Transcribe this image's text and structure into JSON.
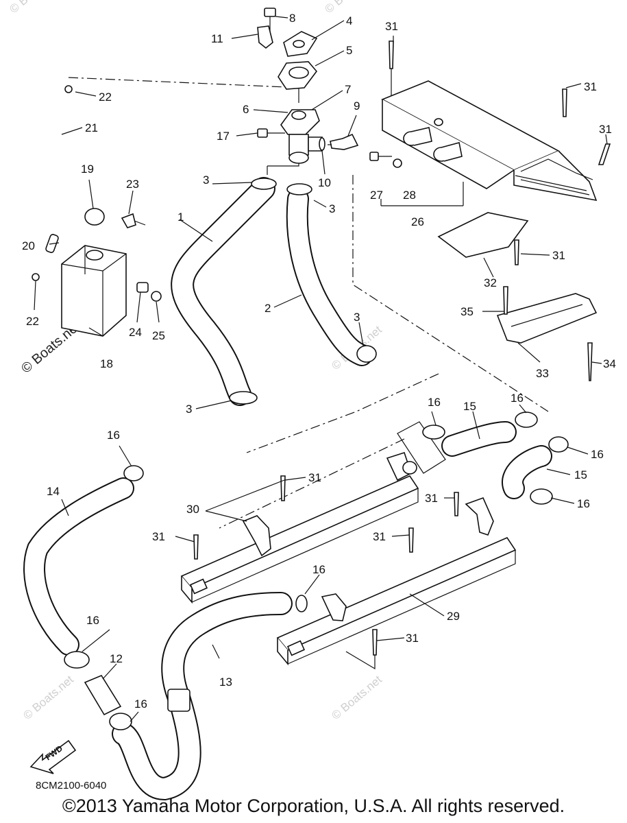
{
  "labels": [
    {
      "id": "1",
      "text": "1"
    },
    {
      "id": "2",
      "text": "2"
    },
    {
      "id": "3a",
      "text": "3"
    },
    {
      "id": "3b",
      "text": "3"
    },
    {
      "id": "3c",
      "text": "3"
    },
    {
      "id": "3d",
      "text": "3"
    },
    {
      "id": "4",
      "text": "4"
    },
    {
      "id": "5",
      "text": "5"
    },
    {
      "id": "6",
      "text": "6"
    },
    {
      "id": "7",
      "text": "7"
    },
    {
      "id": "8",
      "text": "8"
    },
    {
      "id": "9",
      "text": "9"
    },
    {
      "id": "10",
      "text": "10"
    },
    {
      "id": "11",
      "text": "11"
    },
    {
      "id": "12",
      "text": "12"
    },
    {
      "id": "13",
      "text": "13"
    },
    {
      "id": "14",
      "text": "14"
    },
    {
      "id": "15a",
      "text": "15"
    },
    {
      "id": "15b",
      "text": "15"
    },
    {
      "id": "16a",
      "text": "16"
    },
    {
      "id": "16b",
      "text": "16"
    },
    {
      "id": "16c",
      "text": "16"
    },
    {
      "id": "16d",
      "text": "16"
    },
    {
      "id": "16e",
      "text": "16"
    },
    {
      "id": "16f",
      "text": "16"
    },
    {
      "id": "16g",
      "text": "16"
    },
    {
      "id": "16h",
      "text": "16"
    },
    {
      "id": "17",
      "text": "17"
    },
    {
      "id": "18",
      "text": "18"
    },
    {
      "id": "19",
      "text": "19"
    },
    {
      "id": "20",
      "text": "20"
    },
    {
      "id": "21",
      "text": "21"
    },
    {
      "id": "22a",
      "text": "22"
    },
    {
      "id": "22b",
      "text": "22"
    },
    {
      "id": "23",
      "text": "23"
    },
    {
      "id": "24",
      "text": "24"
    },
    {
      "id": "25",
      "text": "25"
    },
    {
      "id": "26",
      "text": "26"
    },
    {
      "id": "27",
      "text": "27"
    },
    {
      "id": "28",
      "text": "28"
    },
    {
      "id": "29",
      "text": "29"
    },
    {
      "id": "30",
      "text": "30"
    },
    {
      "id": "31a",
      "text": "31"
    },
    {
      "id": "31b",
      "text": "31"
    },
    {
      "id": "31c",
      "text": "31"
    },
    {
      "id": "31d",
      "text": "31"
    },
    {
      "id": "31e",
      "text": "31"
    },
    {
      "id": "31f",
      "text": "31"
    },
    {
      "id": "31g",
      "text": "31"
    },
    {
      "id": "31h",
      "text": "31"
    },
    {
      "id": "31i",
      "text": "31"
    },
    {
      "id": "32",
      "text": "32"
    },
    {
      "id": "33",
      "text": "33"
    },
    {
      "id": "34",
      "text": "34"
    },
    {
      "id": "35",
      "text": "35"
    }
  ],
  "diagram_code": "8CM2100-6040",
  "fwd_arrow_label": "FWD",
  "watermark": "© Boats.net",
  "watermark_faint": "© Boats.net",
  "copyright": "©2013 Yamaha Motor Corporation, U.S.A. All rights reserved."
}
